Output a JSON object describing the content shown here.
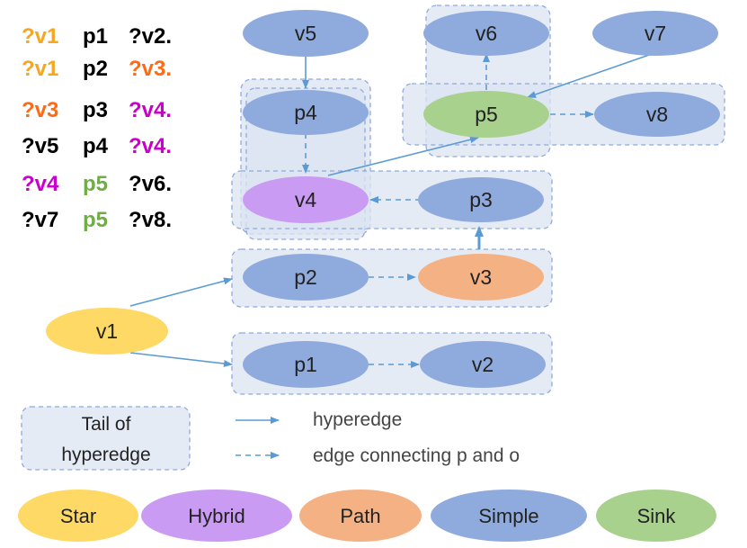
{
  "colors": {
    "star": "#FFD966",
    "hybrid": "#C99BF2",
    "path": "#F4B183",
    "simple": "#8FAADC",
    "sink": "#A9D18E",
    "group_fill": "#DCE4F2",
    "group_stroke": "#8FAADC",
    "arrow": "#5B9BD5",
    "orange": "#F5A623",
    "red_orange": "#FF6A13",
    "magenta": "#CC00CC",
    "green": "#70AD47",
    "black": "#000000"
  },
  "triples": [
    [
      {
        "t": "?v1",
        "c": "orange"
      },
      {
        "t": "p1",
        "c": "black"
      },
      {
        "t": "?v2.",
        "c": "black"
      }
    ],
    [
      {
        "t": "?v1",
        "c": "orange"
      },
      {
        "t": "p2",
        "c": "black"
      },
      {
        "t": "?v3.",
        "c": "red_orange"
      }
    ],
    [
      {
        "t": "?v3",
        "c": "red_orange"
      },
      {
        "t": "p3",
        "c": "black"
      },
      {
        "t": "?v4.",
        "c": "magenta"
      }
    ],
    [
      {
        "t": "?v5",
        "c": "black"
      },
      {
        "t": "p4",
        "c": "black"
      },
      {
        "t": "?v4.",
        "c": "magenta"
      }
    ],
    [
      {
        "t": "?v4",
        "c": "magenta"
      },
      {
        "t": "p5",
        "c": "green"
      },
      {
        "t": "?v6.",
        "c": "black"
      }
    ],
    [
      {
        "t": "?v7",
        "c": "black"
      },
      {
        "t": "p5",
        "c": "green"
      },
      {
        "t": "?v8.",
        "c": "black"
      }
    ]
  ],
  "nodes": {
    "v5": {
      "label": "v5",
      "type": "simple"
    },
    "v6": {
      "label": "v6",
      "type": "simple"
    },
    "v7": {
      "label": "v7",
      "type": "simple"
    },
    "p4": {
      "label": "p4",
      "type": "simple"
    },
    "p5": {
      "label": "p5",
      "type": "sink"
    },
    "v8": {
      "label": "v8",
      "type": "simple"
    },
    "v4": {
      "label": "v4",
      "type": "hybrid"
    },
    "p3": {
      "label": "p3",
      "type": "simple"
    },
    "p2": {
      "label": "p2",
      "type": "simple"
    },
    "v3": {
      "label": "v3",
      "type": "path"
    },
    "v1": {
      "label": "v1",
      "type": "star"
    },
    "p1": {
      "label": "p1",
      "type": "simple"
    },
    "v2": {
      "label": "v2",
      "type": "simple"
    }
  },
  "legend": {
    "tail_line1": "Tail of",
    "tail_line2": "hyperedge",
    "hyperedge": "hyperedge",
    "po_edge": "edge connecting p and o",
    "types": [
      {
        "label": "Star",
        "type": "star"
      },
      {
        "label": "Hybrid",
        "type": "hybrid"
      },
      {
        "label": "Path",
        "type": "path"
      },
      {
        "label": "Simple",
        "type": "simple"
      },
      {
        "label": "Sink",
        "type": "sink"
      }
    ]
  }
}
